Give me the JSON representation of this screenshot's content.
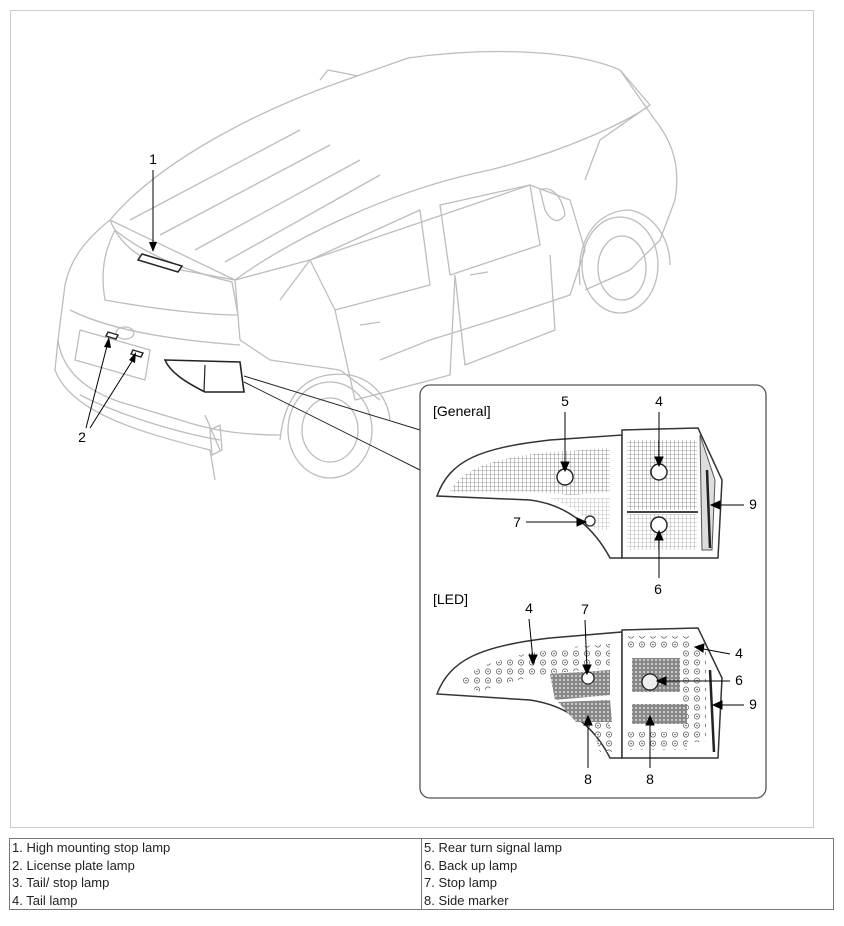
{
  "diagram": {
    "callouts": [
      "1",
      "2",
      "4",
      "5",
      "6",
      "7",
      "8",
      "9"
    ],
    "inset": {
      "general_title": "[General]",
      "led_title": "[LED]"
    }
  },
  "legend": {
    "left": [
      "1. High mounting stop lamp",
      "2. License plate lamp",
      "3. Tail/ stop lamp",
      "4. Tail lamp"
    ],
    "right": [
      "5. Rear turn signal lamp",
      "6. Back up lamp",
      "7. Stop lamp",
      "8. Side marker"
    ]
  }
}
